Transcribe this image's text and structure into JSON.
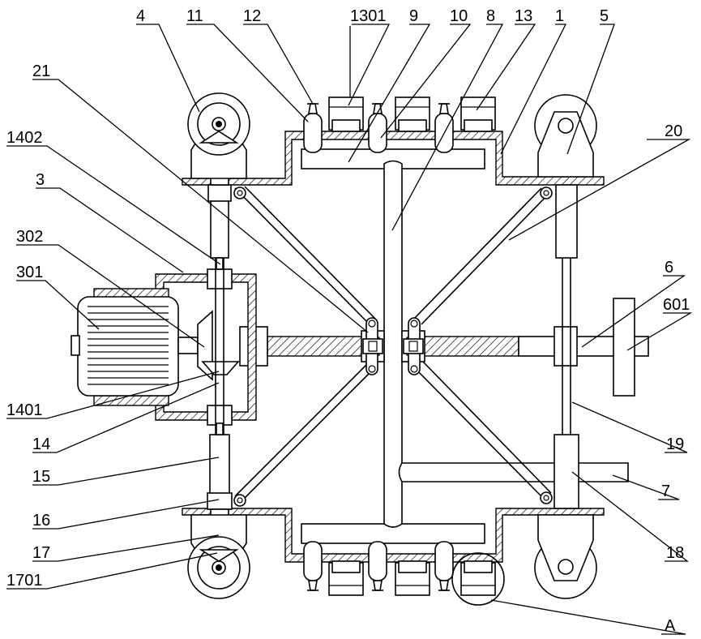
{
  "labels": {
    "l4": "4",
    "l11": "11",
    "l12": "12",
    "l1301": "1301",
    "l9": "9",
    "l10": "10",
    "l8": "8",
    "l13": "13",
    "l1": "1",
    "l5": "5",
    "l21": "21",
    "l1402": "1402",
    "l20": "20",
    "l3": "3",
    "l302": "302",
    "l301": "301",
    "l6": "6",
    "l601": "601",
    "l1401": "1401",
    "l14": "14",
    "l19": "19",
    "l15": "15",
    "l7": "7",
    "l16": "16",
    "l17": "17",
    "l18": "18",
    "l1701": "1701",
    "lA": "A"
  }
}
